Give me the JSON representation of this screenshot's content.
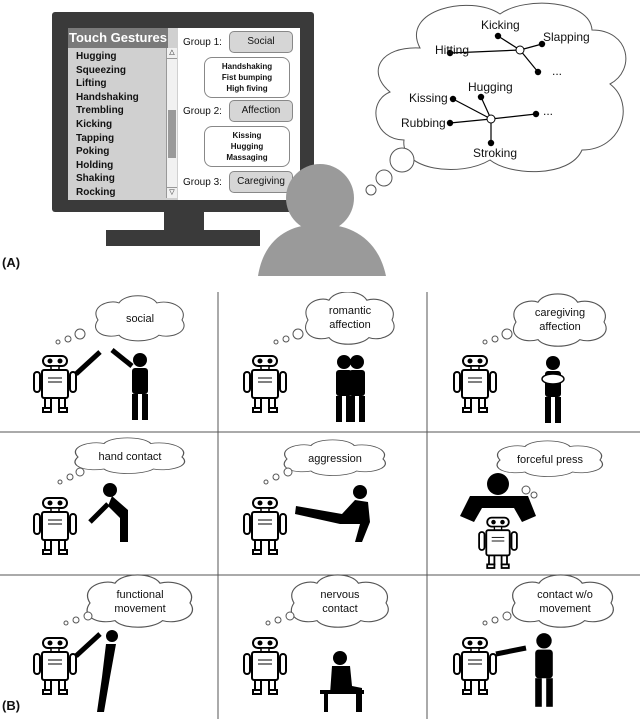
{
  "panel_a": {
    "letter": "(A)",
    "list_title": "Touch Gestures",
    "gestures": [
      "Hugging",
      "Squeezing",
      "Lifting",
      "Handshaking",
      "Trembling",
      "Kicking",
      "Tapping",
      "Poking",
      "Holding",
      "Shaking",
      "Rocking"
    ],
    "scroll_up": "△",
    "scroll_down": "▽",
    "groups": [
      {
        "label": "Group 1:",
        "name": "Social",
        "items": [
          "Handshaking",
          "Fist bumping",
          "High fiving"
        ]
      },
      {
        "label": "Group 2:",
        "name": "Affection",
        "items": [
          "Kissing",
          "Hugging",
          "Massaging"
        ]
      },
      {
        "label": "Group 3:",
        "name": "Caregiving"
      }
    ],
    "thought_network": {
      "cluster1": {
        "top": "Kicking",
        "left": "Hitting",
        "right": "Slapping",
        "more": "..."
      },
      "cluster2": {
        "top": "Hugging",
        "left_top": "Kissing",
        "left_bottom": "Rubbing",
        "bottom": "Stroking",
        "more": "..."
      }
    }
  },
  "panel_b": {
    "letter": "(B)",
    "cells": [
      {
        "caption": [
          "social"
        ]
      },
      {
        "caption": [
          "romantic",
          "affection"
        ]
      },
      {
        "caption": [
          "caregiving",
          "affection"
        ]
      },
      {
        "caption": [
          "hand contact"
        ]
      },
      {
        "caption": [
          "aggression"
        ]
      },
      {
        "caption": [
          "forceful press"
        ]
      },
      {
        "caption": [
          "functional",
          "movement"
        ]
      },
      {
        "caption": [
          "nervous",
          "contact"
        ]
      },
      {
        "caption": [
          "contact w/o",
          "movement"
        ]
      }
    ]
  },
  "colors": {
    "monitor": "#3a3a3a",
    "list_bg": "#d0d0d0",
    "title_bar": "#7a7a7a",
    "person": "#9a9a9a",
    "figure": "#000000"
  }
}
